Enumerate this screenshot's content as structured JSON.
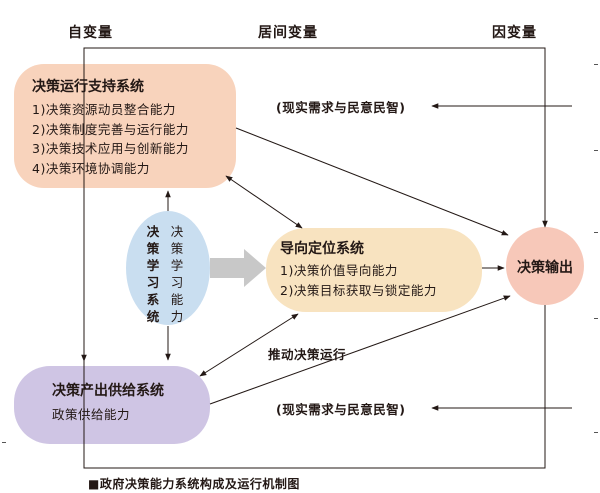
{
  "column_labels": {
    "independent": "自变量",
    "intermediate": "居间变量",
    "dependent": "因变量"
  },
  "operation_support": {
    "title": "决策运行支持系统",
    "items": [
      "1)决策资源动员整合能力",
      "2)决策制度完善与运行能力",
      "3)决策技术应用与创新能力",
      "4)决策环境协调能力"
    ]
  },
  "learning": {
    "title_chars": [
      "决",
      "策",
      "学",
      "习",
      "系",
      "统"
    ],
    "capability_chars": [
      "决",
      "策",
      "学",
      "习",
      "能",
      "力"
    ]
  },
  "orientation": {
    "title": "导向定位系统",
    "items": [
      "1)决策价值导向能力",
      "2)决策目标获取与锁定能力"
    ]
  },
  "output_node": {
    "label": "决策输出"
  },
  "production_supply": {
    "title": "决策产出供给系统",
    "item": "政策供给能力"
  },
  "demand_note_top": "(现实需求与民意民智)",
  "demand_note_bottom": "(现实需求与民意民智)",
  "push_label": "推动决策运行",
  "caption": {
    "marker": "■",
    "text": "政府决策能力系统构成及运行机制图"
  },
  "colors": {
    "operation_support_fill": "#f8d3bc",
    "learning_fill": "#c9def0",
    "orientation_fill": "#f8e3c0",
    "output_fill": "#f7c8b9",
    "production_supply_fill": "#cfc5e4",
    "thick_arrow": "#c8c8c8",
    "line": "#231815"
  }
}
